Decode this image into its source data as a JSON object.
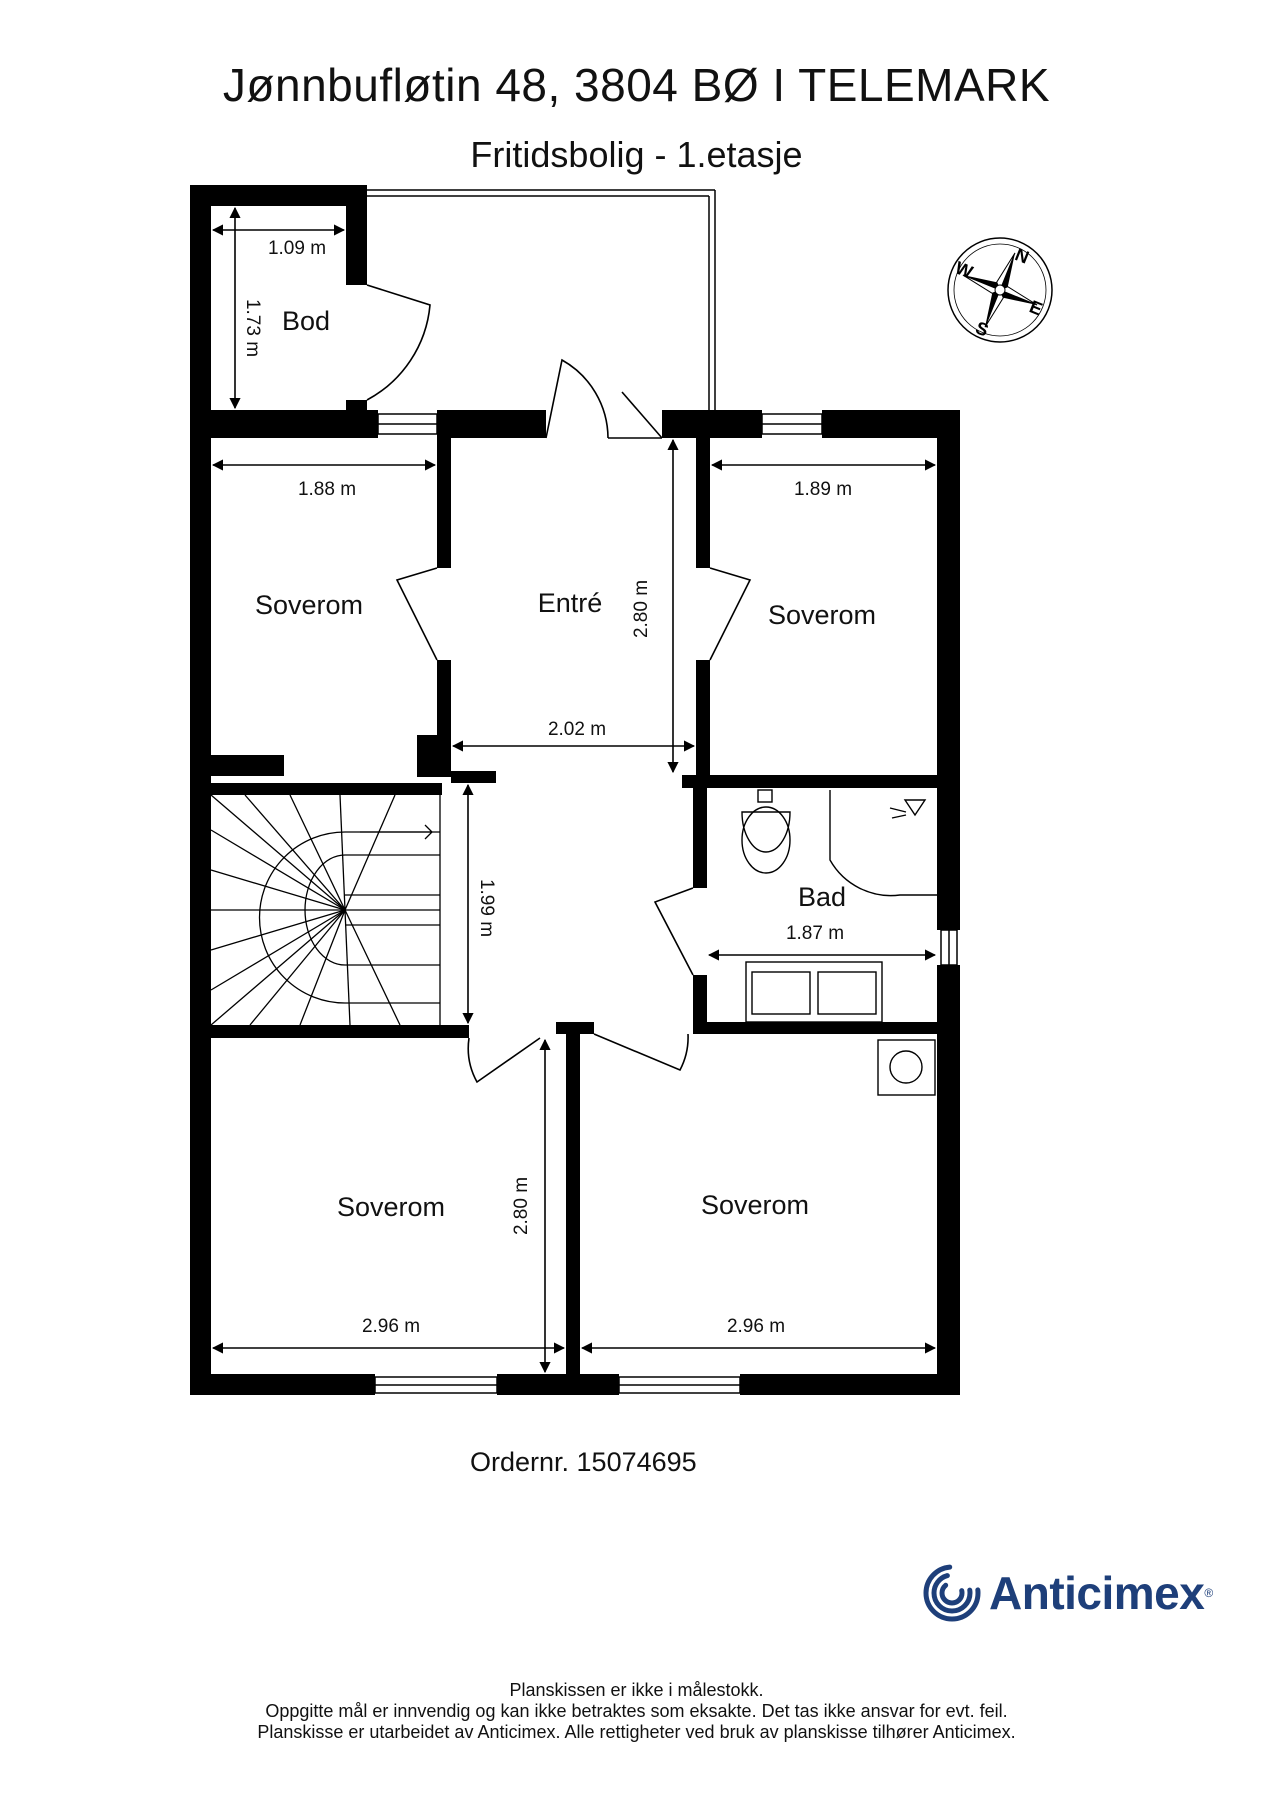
{
  "header": {
    "title": "Jønnbufløtin 48, 3804 BØ I TELEMARK",
    "subtitle": "Fritidsbolig - 1.etasje"
  },
  "rooms": {
    "bod": "Bod",
    "entre": "Entré",
    "soverom_nw": "Soverom",
    "soverom_ne": "Soverom",
    "bad": "Bad",
    "soverom_sw": "Soverom",
    "soverom_se": "Soverom"
  },
  "dimensions": {
    "bod_width": "1.09 m",
    "bod_depth": "1.73 m",
    "soverom_nw_width": "1.88 m",
    "soverom_ne_width": "1.89 m",
    "entre_depth": "2.80 m",
    "entre_width": "2.02 m",
    "hall_depth": "1.99 m",
    "bad_width": "1.87 m",
    "soverom_sw_depth": "2.80 m",
    "soverom_sw_width": "2.96 m",
    "soverom_se_width": "2.96 m"
  },
  "compass": {
    "n": "N",
    "e": "E",
    "s": "S",
    "w": "W"
  },
  "order": {
    "text": "Ordernr. 15074695"
  },
  "brand": {
    "name": "Anticimex",
    "registered": "®",
    "color": "#1e3f7a"
  },
  "footer": {
    "line1": "Planskissen er ikke i målestokk.",
    "line2": "Oppgitte mål er innvendig og kan ikke betraktes som eksakte. Det tas ikke ansvar for evt. feil.",
    "line3": "Planskisse er utarbeidet av Anticimex. Alle rettigheter ved bruk av planskisse tilhører Anticimex."
  }
}
